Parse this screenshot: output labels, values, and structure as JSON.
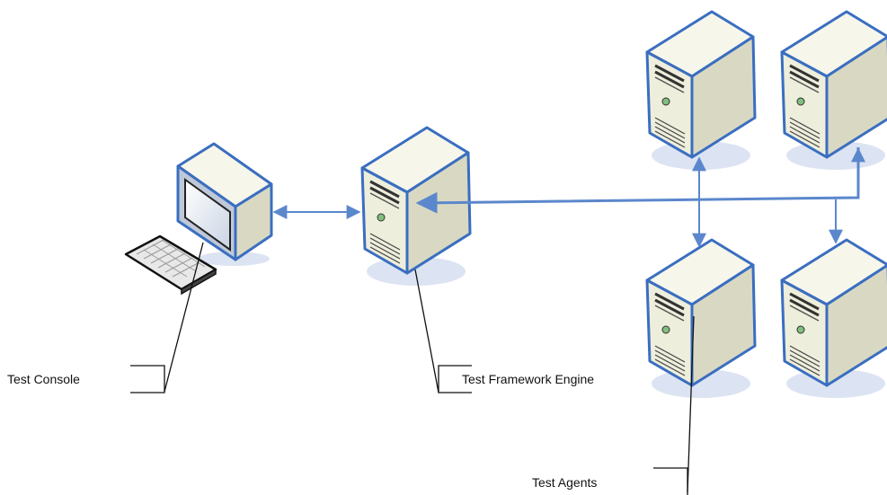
{
  "labels": {
    "console": "Test Console",
    "engine": "Test Framework Engine",
    "agents": "Test Agents"
  },
  "nodes": [
    {
      "id": "console",
      "kind": "workstation",
      "icon": "desktop-computer-icon"
    },
    {
      "id": "engine",
      "kind": "server",
      "icon": "server-tower-icon"
    },
    {
      "id": "agent-1",
      "kind": "server",
      "icon": "server-tower-icon"
    },
    {
      "id": "agent-2",
      "kind": "server",
      "icon": "server-tower-icon"
    },
    {
      "id": "agent-3",
      "kind": "server",
      "icon": "server-tower-icon"
    },
    {
      "id": "agent-4",
      "kind": "server",
      "icon": "server-tower-icon"
    }
  ],
  "edges": [
    {
      "from": "console",
      "to": "engine",
      "bidirectional": true
    },
    {
      "from": "engine",
      "to": "agent-1",
      "bidirectional": true
    },
    {
      "from": "engine",
      "to": "agent-2",
      "bidirectional": false
    },
    {
      "from": "engine",
      "to": "agent-3",
      "bidirectional": true
    },
    {
      "from": "engine",
      "to": "agent-4",
      "bidirectional": false
    }
  ],
  "colors": {
    "outline": "#3A6EC0",
    "case_front": "#EEEEDC",
    "case_side": "#D9D9C3",
    "case_top": "#F6F6EA",
    "connector": "#5B87CC",
    "callout_line": "#111111",
    "shadow": "#DCE3F2"
  }
}
